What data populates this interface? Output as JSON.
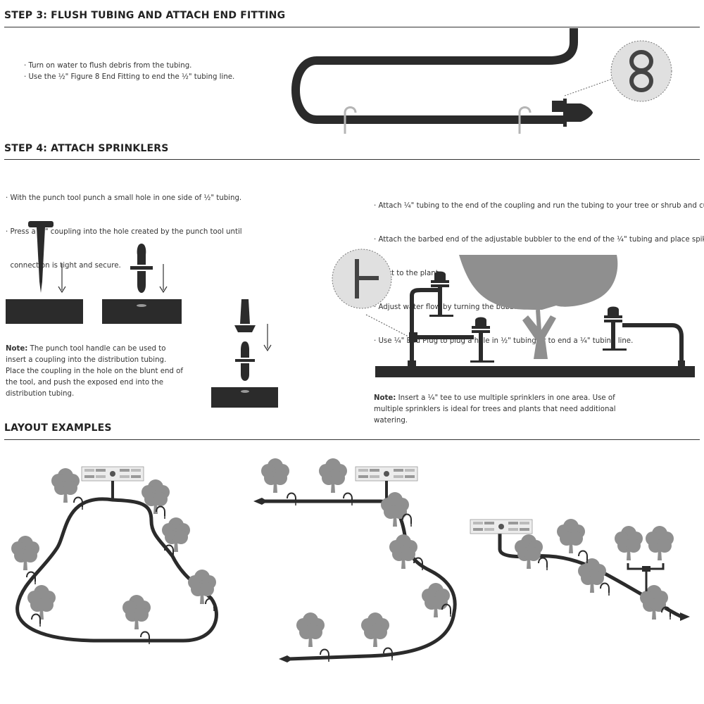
{
  "step3": {
    "heading": "STEP 3: FLUSH TUBING AND ATTACH END FITTING",
    "bullets": [
      "· Turn on water to flush debris from the tubing.",
      "· Use the ½\" Figure 8 End Fitting to end the ½\" tubing line."
    ]
  },
  "step4": {
    "heading": "STEP 4: ATTACH SPRINKLERS",
    "left_bullets": [
      "· With the punch tool punch a small hole in one side of ½\" tubing.",
      "· Press a ¼\" coupling into the hole created by the punch tool until",
      "  connection is tight and secure."
    ],
    "right_bullets": [
      "· Attach ¼\" tubing to the end of the coupling and run the tubing to your tree or shrub and cut.",
      "· Attach the barbed end of the adjustable bubbler to the end of the ¼\" tubing and place spike",
      "  next to the plant.",
      "· Adjust water flow by turning the bubbler head",
      "· Use ¼\" End Plug to plug a hole in ½\" tubing or to end a ¼\" tubing line."
    ],
    "note_left_label": "Note:",
    "note_left_text": " The punch tool handle can be used to insert a coupling into the distribution tubing. Place the coupling in the hole on the blunt end of the tool, and push the exposed end into the distribution tubing.",
    "note_right_label": "Note:",
    "note_right_text": " Insert a ¼\" tee to use multiple sprinklers in one area. Use of multiple sprinklers is ideal for trees and plants that need additional watering."
  },
  "layout": {
    "heading": "LAYOUT EXAMPLES"
  },
  "colors": {
    "tube": "#2b2b2b",
    "tree": "#8f8f8f",
    "stake": "#b5b5b5",
    "text": "#333333"
  },
  "icons": [
    "figure8-end-fitting-icon",
    "punch-tool-icon",
    "coupling-icon",
    "tee-icon",
    "bubbler-icon",
    "tree-icon",
    "faucet-assembly-icon",
    "end-cap-icon"
  ]
}
